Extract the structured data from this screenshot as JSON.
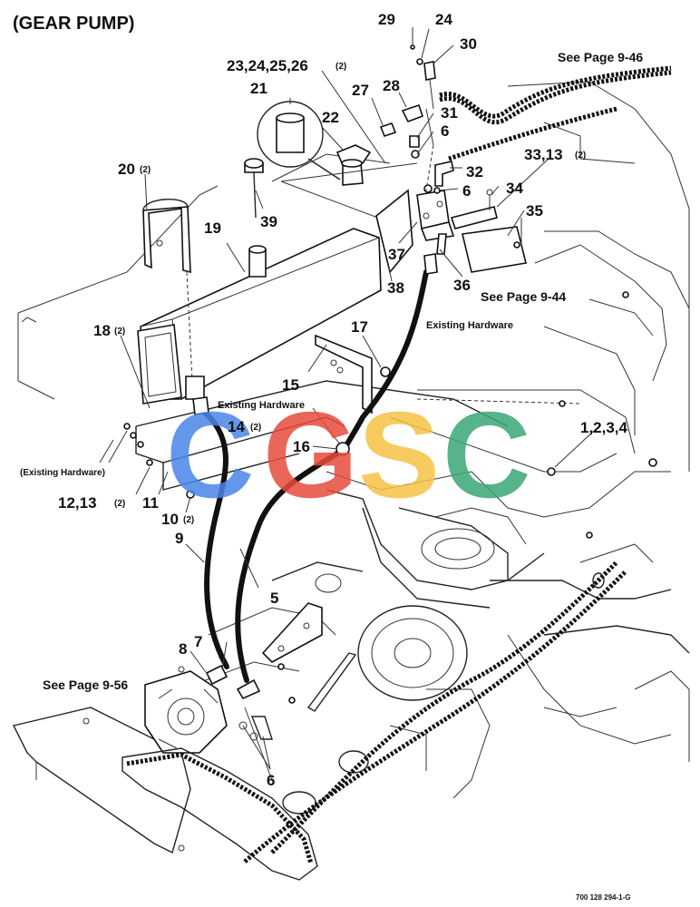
{
  "title": "(GEAR PUMP)",
  "drawing_number": "700 128 294-1-G",
  "watermark": {
    "letters": [
      "C",
      "G",
      "S",
      "C"
    ],
    "colors": [
      "#4a86e8",
      "#e74c3c",
      "#f6c344",
      "#3aa876"
    ]
  },
  "references": {
    "page_9_46": "See Page 9-46",
    "page_9_44": "See Page 9-44",
    "page_9_56": "See Page 9-56"
  },
  "hardware_notes": {
    "existing_right": "Existing Hardware",
    "existing_center": "Existing Hardware",
    "existing_left": "(Existing Hardware)"
  },
  "callouts": {
    "c29": "29",
    "c24": "24",
    "c30": "30",
    "c23_26": "23,24,25,26",
    "c23_26_qty": "(2)",
    "c21": "21",
    "c22": "22",
    "c27": "27",
    "c28": "28",
    "c31": "31",
    "c6a": "6",
    "c32": "32",
    "c6b": "6",
    "c33_13": "33,13",
    "c33_13_qty": "(2)",
    "c34": "34",
    "c35": "35",
    "c20": "20",
    "c20_qty": "(2)",
    "c39": "39",
    "c19": "19",
    "c37": "37",
    "c38": "38",
    "c36": "36",
    "c18": "18",
    "c18_qty": "(2)",
    "c17": "17",
    "c15": "15",
    "c14": "14",
    "c14_qty": "(2)",
    "c16": "16",
    "c1_4": "1,2,3,4",
    "c12_13": "12,13",
    "c12_13_qty": "(2)",
    "c11": "11",
    "c10": "10",
    "c10_qty": "(2)",
    "c9": "9",
    "c5": "5",
    "c8": "8",
    "c7": "7",
    "c6c": "6"
  }
}
